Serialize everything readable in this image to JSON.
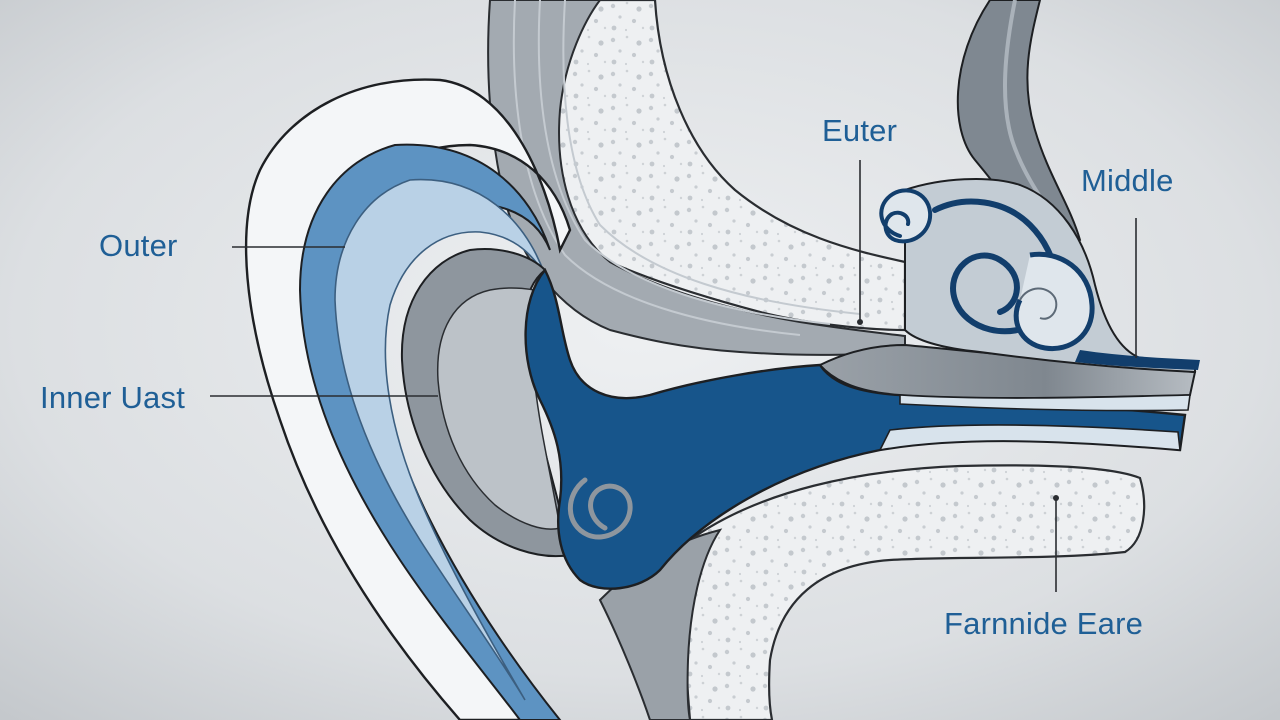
{
  "labels": {
    "outer": "Outer",
    "inner": "Inner Uast",
    "euter": "Euter",
    "middle": "Middle",
    "bottom": "Farnnide Eare"
  },
  "colors": {
    "background": "#d3d6d9",
    "label_text": "#1f5f96",
    "deep_blue": "#16548a",
    "mid_blue": "#5a8fbe",
    "light_blue": "#a9c6df",
    "pale_blue": "#e4edf5",
    "gray": "#8f979e",
    "light_gray": "#bcc2c8",
    "outline": "#1d1f22",
    "bone_fill": "#eef0f2",
    "bone_speckle": "#c9cdd1"
  }
}
